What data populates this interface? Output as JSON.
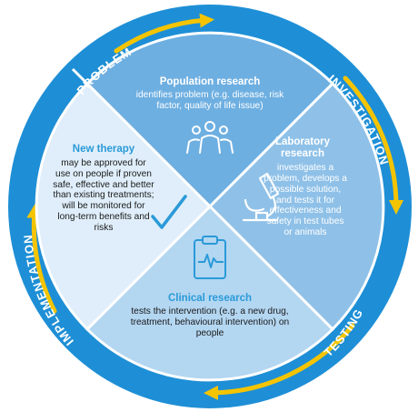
{
  "stages": {
    "problem": "PROBLEM",
    "investigation": "INVESTIGATION",
    "testing": "TESTING",
    "implementation": "IMPLEMENTATION"
  },
  "quadrants": {
    "top": {
      "title": "Population research",
      "body": "identifies problem (e.g. disease, risk factor, quality of life issue)"
    },
    "right": {
      "title": "Laboratory research",
      "body": "investigates a problem, develops a possible solution, and tests it for effectiveness and safety in test tubes or animals"
    },
    "bottom": {
      "title": "Clinical research",
      "body": "tests the intervention (e.g. a new drug, treatment, behavioural intervention) on people"
    },
    "left": {
      "title": "New therapy",
      "body": "may be approved for use on people if proven safe, effective and better than existing treatments; will be monitored for long-term benefits and risks"
    }
  },
  "icons": {
    "top": "people-group-icon",
    "right": "microscope-icon",
    "bottom": "clipboard-heartbeat-icon",
    "left": "checkmark-icon"
  },
  "colors": {
    "ring": "#1e8fd6",
    "arrow": "#f5c400",
    "top": "#6eafe1",
    "right": "#8fc1e8",
    "bottom": "#b3d6f1",
    "left": "#dfeefa",
    "accent": "#2a9ad8"
  }
}
